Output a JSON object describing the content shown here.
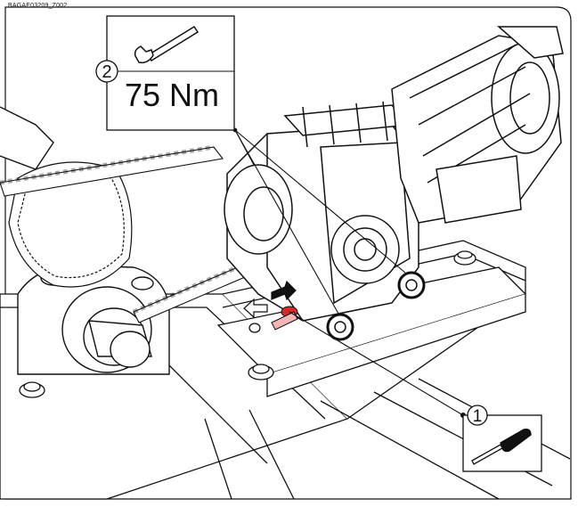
{
  "document_id": "BAGAE03209_Z002",
  "callouts": [
    {
      "number": "1",
      "tool": "screwdriver-icon"
    },
    {
      "number": "2",
      "tool": "wrench-icon",
      "torque": "75 Nm"
    }
  ],
  "colors": {
    "line": "#111111",
    "highlight": "#d42a2a",
    "background": "#ffffff"
  }
}
